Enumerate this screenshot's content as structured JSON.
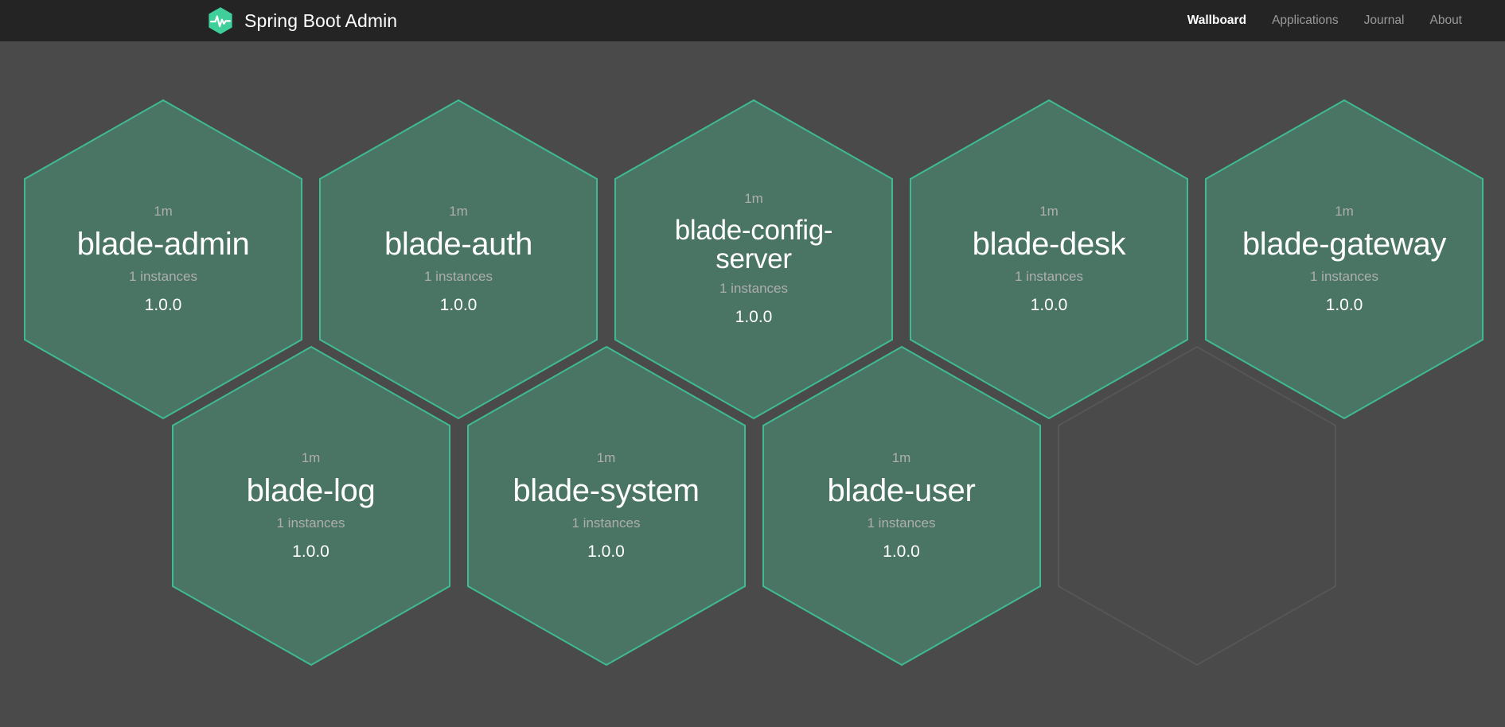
{
  "navbar": {
    "brand": {
      "title": "Spring Boot Admin",
      "logo_icon": "heartbeat-hexagon-icon",
      "logo_hex_color": "#3ecf9a",
      "logo_pulse_color": "#ffffff"
    },
    "links": [
      {
        "label": "Wallboard",
        "active": true
      },
      {
        "label": "Applications",
        "active": false
      },
      {
        "label": "Journal",
        "active": false
      },
      {
        "label": "About",
        "active": false
      }
    ]
  },
  "colors": {
    "navbar_background": "#242424",
    "page_background": "#4a4a4a",
    "hex_fill": "#4a7565",
    "hex_border": "#3fba93",
    "empty_hex_fill": "#4a4a4a",
    "empty_hex_border": "#565656",
    "text_primary": "#ffffff",
    "text_muted": "#aeaeae",
    "nav_link_muted": "#9a9a9a"
  },
  "wallboard": {
    "applications": [
      {
        "name": "blade-admin",
        "uptime": "1m",
        "instances": "1 instances",
        "version": "1.0.0",
        "status": "UP",
        "row": 0,
        "col": 0
      },
      {
        "name": "blade-auth",
        "uptime": "1m",
        "instances": "1 instances",
        "version": "1.0.0",
        "status": "UP",
        "row": 0,
        "col": 1
      },
      {
        "name": "blade-config-server",
        "uptime": "1m",
        "instances": "1 instances",
        "version": "1.0.0",
        "status": "UP",
        "row": 0,
        "col": 2
      },
      {
        "name": "blade-desk",
        "uptime": "1m",
        "instances": "1 instances",
        "version": "1.0.0",
        "status": "UP",
        "row": 0,
        "col": 3
      },
      {
        "name": "blade-gateway",
        "uptime": "1m",
        "instances": "1 instances",
        "version": "1.0.0",
        "status": "UP",
        "row": 0,
        "col": 4
      },
      {
        "name": "blade-log",
        "uptime": "1m",
        "instances": "1 instances",
        "version": "1.0.0",
        "status": "UP",
        "row": 1,
        "col": 0
      },
      {
        "name": "blade-system",
        "uptime": "1m",
        "instances": "1 instances",
        "version": "1.0.0",
        "status": "UP",
        "row": 1,
        "col": 1
      },
      {
        "name": "blade-user",
        "uptime": "1m",
        "instances": "1 instances",
        "version": "1.0.0",
        "status": "UP",
        "row": 1,
        "col": 2
      }
    ],
    "placeholder_count": 1
  }
}
